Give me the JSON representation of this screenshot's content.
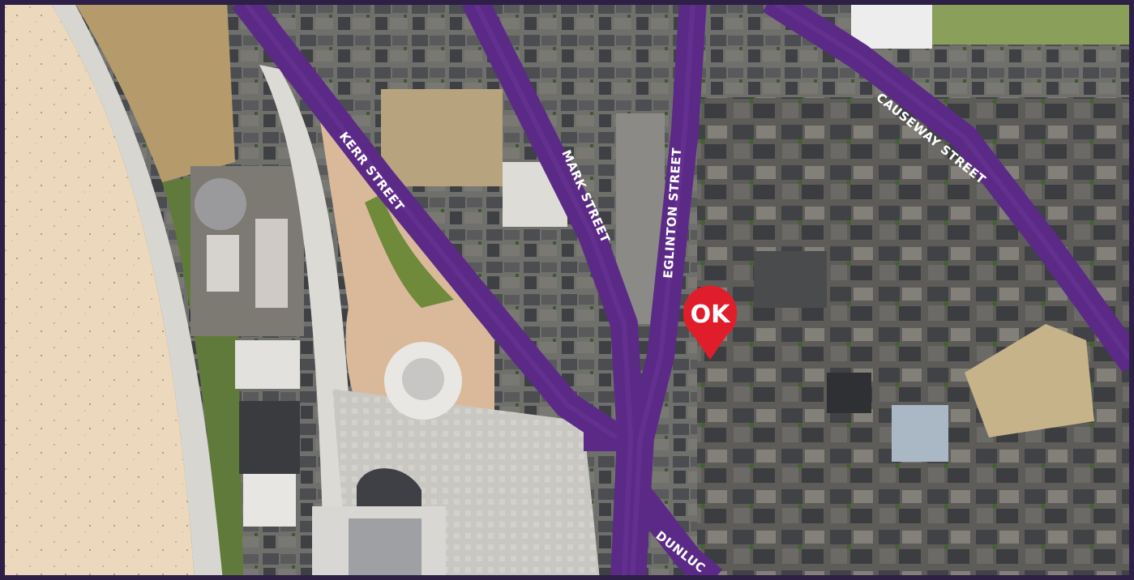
{
  "map": {
    "streets": [
      {
        "id": "kerr",
        "label": "KERR STREET"
      },
      {
        "id": "mark",
        "label": "MARK STREET"
      },
      {
        "id": "eglinton",
        "label": "EGLINTON STREET"
      },
      {
        "id": "causeway",
        "label": "CAUSEWAY STREET"
      },
      {
        "id": "dunluce",
        "label": "DUNLUC"
      }
    ],
    "marker": {
      "label": "OK",
      "icon": "location-pin-icon"
    },
    "colors": {
      "frame": "#2e1f47",
      "road": "#5b2a86",
      "sand": "#ecd9bf",
      "pin": "#e01e2b",
      "pin_text": "#ffffff"
    }
  }
}
